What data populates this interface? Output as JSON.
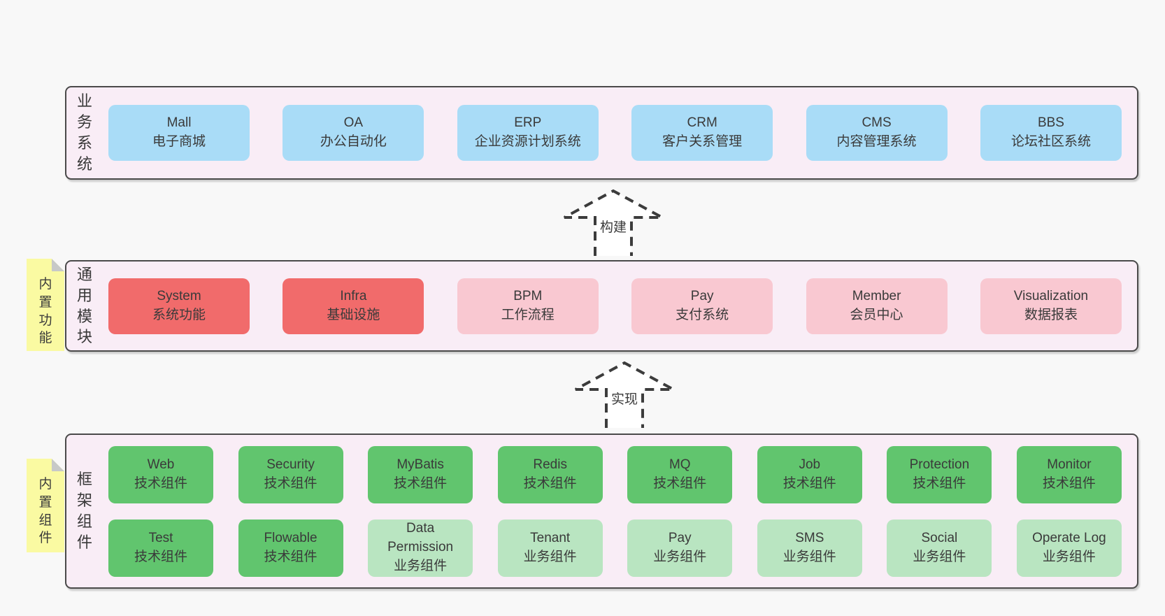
{
  "palette": {
    "page_bg": "#f8f8f8",
    "section_bg": "#f9edf6",
    "section_border": "#4a4a4a",
    "business_box": "#a9dcf7",
    "core_module_box": "#f16b6b",
    "optional_module_box": "#f9c8d1",
    "tech_component_box": "#61c56e",
    "biz_component_box": "#b9e5c1",
    "note_bg": "#fafaa2",
    "text": "#3a3a3a"
  },
  "sections": [
    {
      "label": "业务系统",
      "boxes": [
        {
          "name": "Mall",
          "desc": "电子商城"
        },
        {
          "name": "OA",
          "desc": "办公自动化"
        },
        {
          "name": "ERP",
          "desc": "企业资源计划系统"
        },
        {
          "name": "CRM",
          "desc": "客户关系管理"
        },
        {
          "name": "CMS",
          "desc": "内容管理系统"
        },
        {
          "name": "BBS",
          "desc": "论坛社区系统"
        }
      ]
    },
    {
      "label": "通用模块",
      "note": "内置功能",
      "boxes": [
        {
          "name": "System",
          "desc": "系统功能"
        },
        {
          "name": "Infra",
          "desc": "基础设施"
        },
        {
          "name": "BPM",
          "desc": "工作流程"
        },
        {
          "name": "Pay",
          "desc": "支付系统"
        },
        {
          "name": "Member",
          "desc": "会员中心"
        },
        {
          "name": "Visualization",
          "desc": "数据报表"
        }
      ]
    },
    {
      "label": "框架组件",
      "note": "内置组件",
      "rows": [
        [
          {
            "name": "Web",
            "desc": "技术组件"
          },
          {
            "name": "Security",
            "desc": "技术组件"
          },
          {
            "name": "MyBatis",
            "desc": "技术组件"
          },
          {
            "name": "Redis",
            "desc": "技术组件"
          },
          {
            "name": "MQ",
            "desc": "技术组件"
          },
          {
            "name": "Job",
            "desc": "技术组件"
          },
          {
            "name": "Protection",
            "desc": "技术组件"
          },
          {
            "name": "Monitor",
            "desc": "技术组件"
          }
        ],
        [
          {
            "name": "Test",
            "desc": "技术组件"
          },
          {
            "name": "Flowable",
            "desc": "技术组件"
          },
          {
            "name": "Data Permission",
            "desc": "业务组件"
          },
          {
            "name": "Tenant",
            "desc": "业务组件"
          },
          {
            "name": "Pay",
            "desc": "业务组件"
          },
          {
            "name": "SMS",
            "desc": "业务组件"
          },
          {
            "name": "Social",
            "desc": "业务组件"
          },
          {
            "name": "Operate Log",
            "desc": "业务组件"
          }
        ]
      ]
    }
  ],
  "arrows": [
    {
      "label": "构建"
    },
    {
      "label": "实现"
    }
  ]
}
